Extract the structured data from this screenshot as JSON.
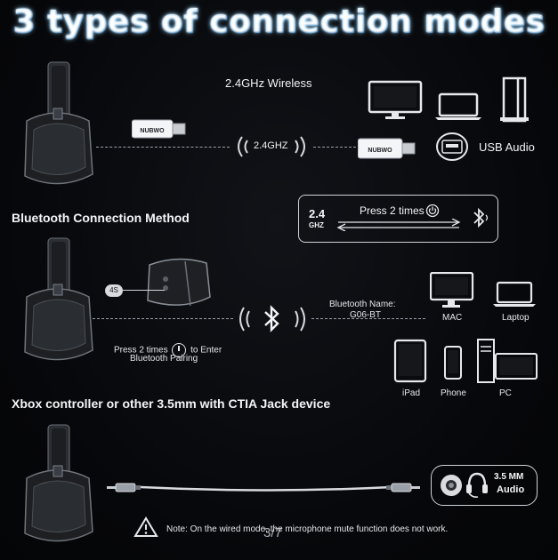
{
  "title": "3 types of connection modes",
  "wireless": {
    "heading": "2.4GHz Wireless",
    "signal_label": "2.4GHZ",
    "dongle_brand": "NUBWO",
    "usb_audio_label": "USB Audio"
  },
  "bluetooth": {
    "heading": "Bluetooth Connection Method",
    "switch_box": {
      "left_top": "2.4",
      "left_bottom": "GHZ",
      "instruction": "Press 2 times"
    },
    "hold_seconds": "4S",
    "pairing_line1_pre": "Press 2 times",
    "pairing_line1_post": "to Enter",
    "pairing_line2": "Bluetooth Pairing",
    "name_label": "Bluetooth Name:",
    "name_value": "G06-BT",
    "devices": [
      "MAC",
      "Laptop",
      "iPad",
      "Phone",
      "PC"
    ]
  },
  "wired": {
    "heading": "Xbox controller or other 3.5mm with CTIA Jack device",
    "jack_line1": "3.5 MM",
    "jack_line2": "Audio",
    "note": "Note: On the wired mode, the microphone mute function does not work.",
    "page_indicator": "3/7"
  },
  "colors": {
    "title_blue": "#2aa6f0",
    "background": "#050608"
  }
}
